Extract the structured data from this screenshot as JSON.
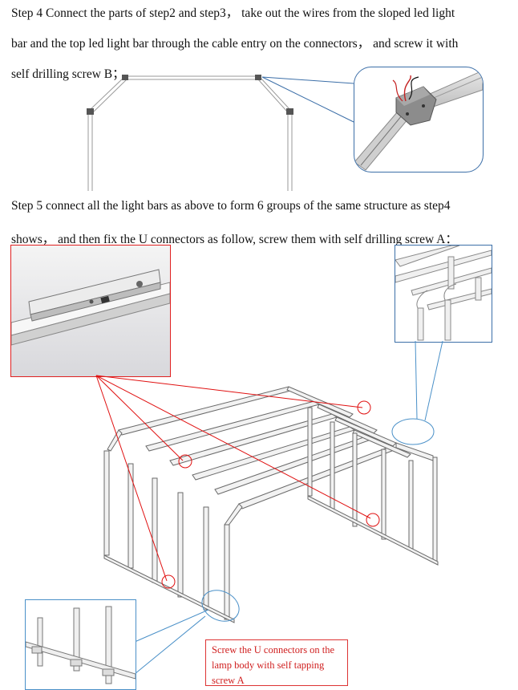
{
  "step4": {
    "line1": "Step 4    Connect the parts of step2 and step3， take out the wires from the sloped led light",
    "line2": "bar and the top led light bar through the cable entry on the connectors， and screw it with",
    "line3": "self drilling screw B；"
  },
  "step5": {
    "line1": "Step 5    connect all the light bars as above to form 6 groups of the same structure as step4",
    "line2": "shows， and then fix the U connectors as follow, screw them with self drilling screw A："
  },
  "note": {
    "text": "Screw the U connectors on the lamp body with self tapping screw A"
  },
  "colors": {
    "text": "#111111",
    "callout_red": "#e01010",
    "callout_blue": "#4a90c8",
    "note_red": "#d02020"
  },
  "icons": [
    "frame-drawing",
    "connector-detail",
    "u-connector-detail",
    "leg-detail"
  ]
}
